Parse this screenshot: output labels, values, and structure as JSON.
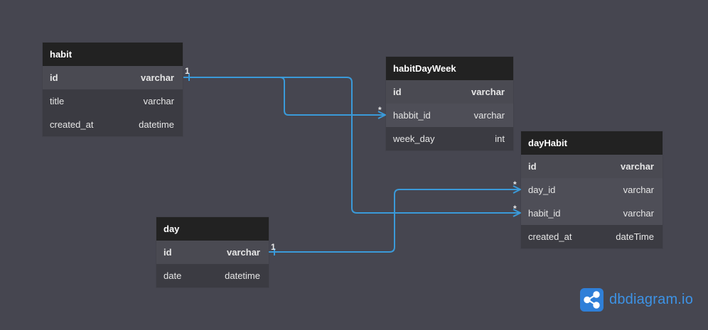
{
  "tables": {
    "habit": {
      "name": "habit",
      "columns": [
        {
          "name": "id",
          "type": "varchar"
        },
        {
          "name": "title",
          "type": "varchar"
        },
        {
          "name": "created_at",
          "type": "datetime"
        }
      ]
    },
    "habitDayWeek": {
      "name": "habitDayWeek",
      "columns": [
        {
          "name": "id",
          "type": "varchar"
        },
        {
          "name": "habbit_id",
          "type": "varchar"
        },
        {
          "name": "week_day",
          "type": "int"
        }
      ]
    },
    "dayHabit": {
      "name": "dayHabit",
      "columns": [
        {
          "name": "id",
          "type": "varchar"
        },
        {
          "name": "day_id",
          "type": "varchar"
        },
        {
          "name": "habit_id",
          "type": "varchar"
        },
        {
          "name": "created_at",
          "type": "dateTime"
        }
      ]
    },
    "day": {
      "name": "day",
      "columns": [
        {
          "name": "id",
          "type": "varchar"
        },
        {
          "name": "date",
          "type": "datetime"
        }
      ]
    }
  },
  "relations": [
    {
      "from": "habit.id",
      "to": "habitDayWeek.habbit_id",
      "from_label": "1",
      "to_label": "*"
    },
    {
      "from": "habit.id",
      "to": "dayHabit.habit_id",
      "from_label": "1",
      "to_label": "*"
    },
    {
      "from": "day.id",
      "to": "dayHabit.day_id",
      "from_label": "1",
      "to_label": "*"
    }
  ],
  "colors": {
    "background": "#464650",
    "header": "#222222",
    "link": "#3a9ad9",
    "brand": "#3d93e6"
  },
  "brand": {
    "logo_icon": "share-nodes-icon",
    "name": "dbdiagram.io"
  }
}
